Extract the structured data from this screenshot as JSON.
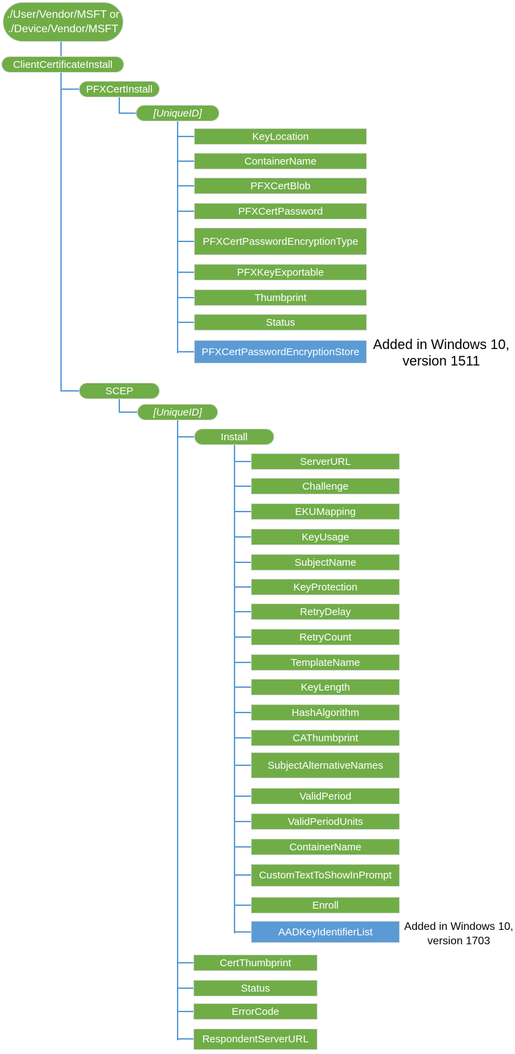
{
  "diagram": {
    "colors": {
      "node_green": "#70AD47",
      "node_blue": "#5B9BD5",
      "connector_blue": "#5B9BD5",
      "annotation": "#000000"
    },
    "title_node": {
      "line1": "./User/Vendor/MSFT or",
      "line2": "./Device/Vendor/MSFT"
    },
    "nodes": {
      "client_certificate_install": "ClientCertificateInstall",
      "pfx_cert_install": "PFXCertInstall",
      "pfx_unique_id": "[UniqueID]",
      "scep": "SCEP",
      "scep_unique_id": "[UniqueID]",
      "install": "Install"
    },
    "pfx_children": [
      "KeyLocation",
      "ContainerName",
      "PFXCertBlob",
      "PFXCertPassword",
      "PFXCertPasswordEncryptionType",
      "PFXKeyExportable",
      "Thumbprint",
      "Status",
      "PFXCertPasswordEncryptionStore"
    ],
    "install_children": [
      "ServerURL",
      "Challenge",
      "EKUMapping",
      "KeyUsage",
      "SubjectName",
      "KeyProtection",
      "RetryDelay",
      "RetryCount",
      "TemplateName",
      "KeyLength",
      "HashAlgorithm",
      "CAThumbprint",
      "SubjectAlternativeNames",
      "ValidPeriod",
      "ValidPeriodUnits",
      "ContainerName",
      "CustomTextToShowInPrompt",
      "Enroll",
      "AADKeyIdentifierList"
    ],
    "scep_children": [
      "CertThumbprint",
      "Status",
      "ErrorCode",
      "RespondentServerURL"
    ],
    "annotations": [
      {
        "line1": "Added in Windows 10,",
        "line2": "version 1511"
      },
      {
        "line1": "Added in Windows 10,",
        "line2": "version 1703"
      }
    ]
  }
}
